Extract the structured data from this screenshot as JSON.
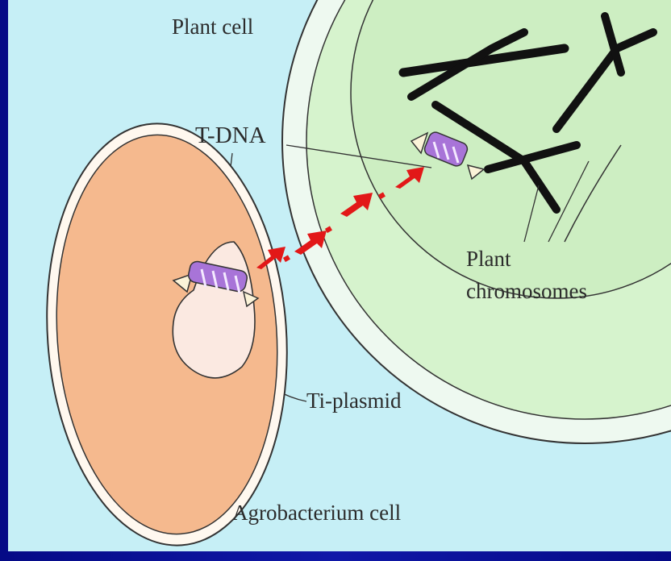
{
  "labels": {
    "plant_cell": "Plant cell",
    "t_dna": "T-DNA",
    "plant": "Plant",
    "chromosomes": "chromosomes",
    "ti_plasmid": "Ti-plasmid",
    "agrobacterium_cell": "Agrobacterium cell"
  },
  "colors": {
    "background": "#c6eff6",
    "frame": "#0b0f8a",
    "agrobacterium_fill": "#f5b98e",
    "plasmid_fill": "#fbe9e1",
    "nucleus_fill": "#d3f2c8",
    "cell_wall_fill": "#eaf8ec",
    "t_dna_segment": "#a874d8",
    "arrow": "#e21818",
    "chromosome": "#111111"
  }
}
